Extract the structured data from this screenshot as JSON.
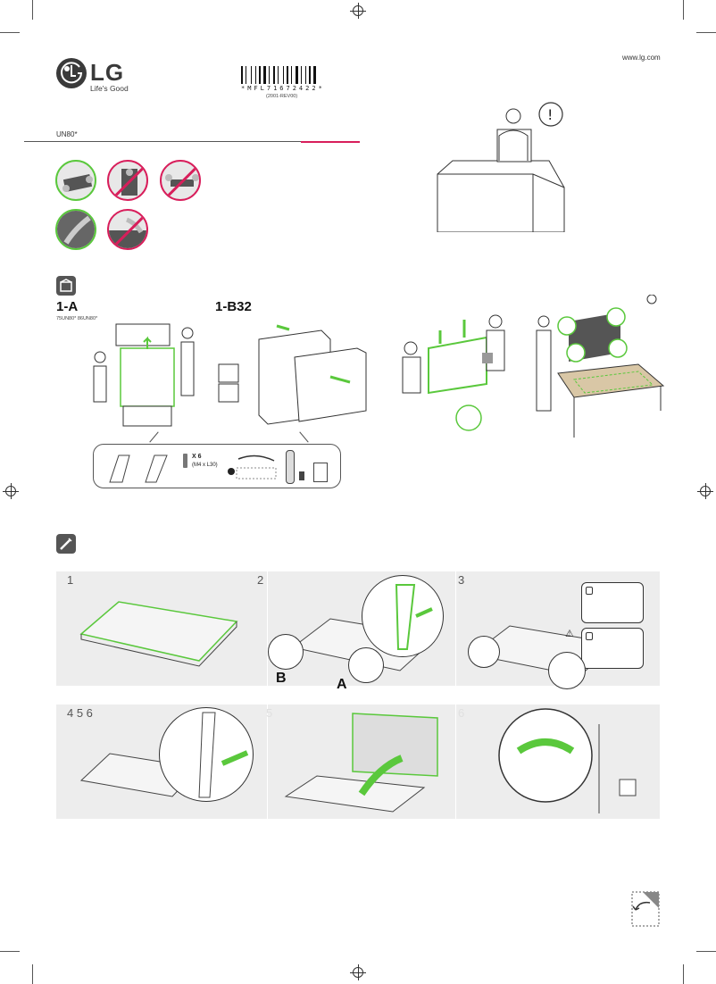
{
  "header": {
    "url": "www.lg.com",
    "brand": "LG",
    "tagline": "Life's Good",
    "barcode_text": "*MFL71672422*",
    "barcode_rev": "(2001-REV00)",
    "model": "UN80*"
  },
  "section1": {
    "label_a": "1-A",
    "label_a_models": "75UN80* 86UN80*",
    "label_b": "1-B32"
  },
  "accessories": {
    "screw_count": "X 6",
    "screw_spec": "(M4 x L30)"
  },
  "steps": {
    "step1": "1",
    "step2": "2",
    "step3": "3",
    "step456": "4 5 6",
    "step5_faint": "5",
    "step6_faint": "6",
    "letter_b": "B",
    "letter_a": "A"
  },
  "colors": {
    "accent_green": "#5ac83c",
    "accent_magenta": "#d81e5b",
    "panel_gray": "#ededed"
  }
}
